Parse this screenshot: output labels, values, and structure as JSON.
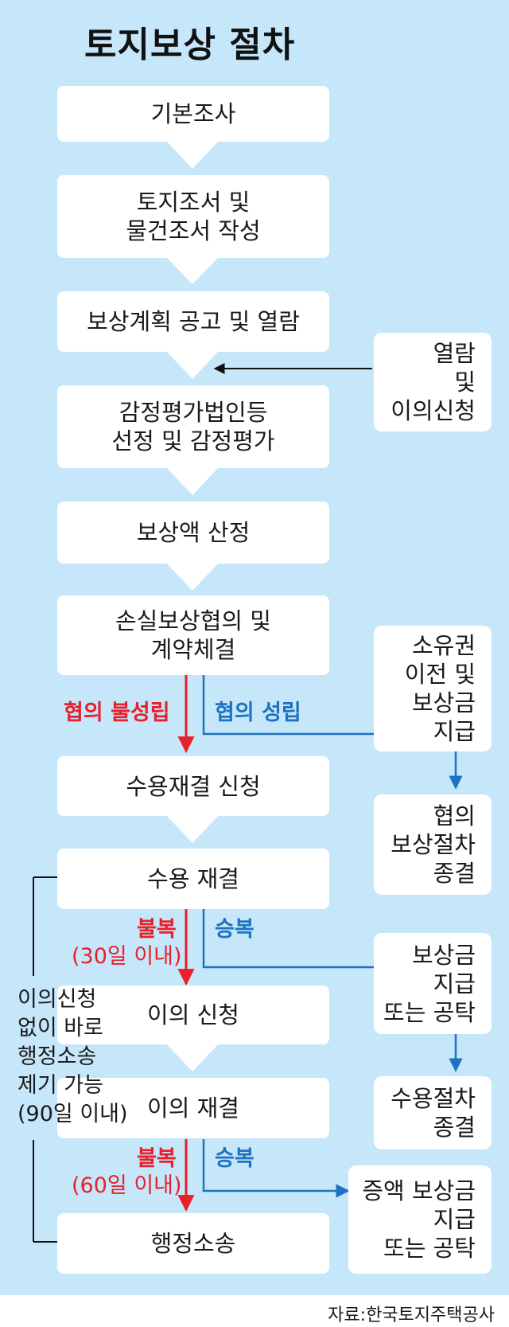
{
  "title": "토지보상 절차",
  "source": "자료:한국토지주택공사",
  "colors": {
    "background": "#c6e6fa",
    "box": "#ffffff",
    "fail": "#e8202a",
    "success": "#1d73c2",
    "neutral": "#111111"
  },
  "steps": [
    {
      "lines": [
        "기본조사"
      ]
    },
    {
      "lines": [
        "토지조서 및",
        "물건조서 작성"
      ]
    },
    {
      "lines": [
        "보상계획 공고 및 열람"
      ]
    },
    {
      "lines": [
        "감정평가법인등",
        "선정 및 감정평가"
      ]
    },
    {
      "lines": [
        "보상액 산정"
      ]
    },
    {
      "lines": [
        "손실보상협의 및",
        "계약체결"
      ]
    },
    {
      "lines": [
        "수용재결 신청"
      ]
    },
    {
      "lines": [
        "수용 재결"
      ]
    },
    {
      "lines": [
        "이의 신청"
      ]
    },
    {
      "lines": [
        "이의 재결"
      ]
    },
    {
      "lines": [
        "행정소송"
      ]
    }
  ],
  "side_boxes": [
    {
      "lines": [
        "열람",
        "및",
        "이의신청"
      ]
    },
    {
      "lines": [
        "소유권",
        "이전 및",
        "보상금",
        "지급"
      ]
    },
    {
      "lines": [
        "협의",
        "보상절차",
        "종결"
      ]
    },
    {
      "lines": [
        "보상금",
        "지급",
        "또는 공탁"
      ]
    },
    {
      "lines": [
        "수용절차",
        "종결"
      ]
    },
    {
      "lines": [
        "증액 보상금",
        "지급",
        "또는 공탁"
      ]
    }
  ],
  "branch_labels": {
    "negotiation_fail": "협의 불성립",
    "negotiation_success": "협의 성립",
    "objection": "불복",
    "objection_deadline_1": "(30일 이내)",
    "accept_1": "승복",
    "objection_2": "불복",
    "objection_deadline_2": "(60일 이내)",
    "accept_2": "승복"
  },
  "bypass_note": [
    "이의신청",
    "없이 바로",
    "행정소송",
    "제기 가능",
    "(90일 이내)"
  ]
}
